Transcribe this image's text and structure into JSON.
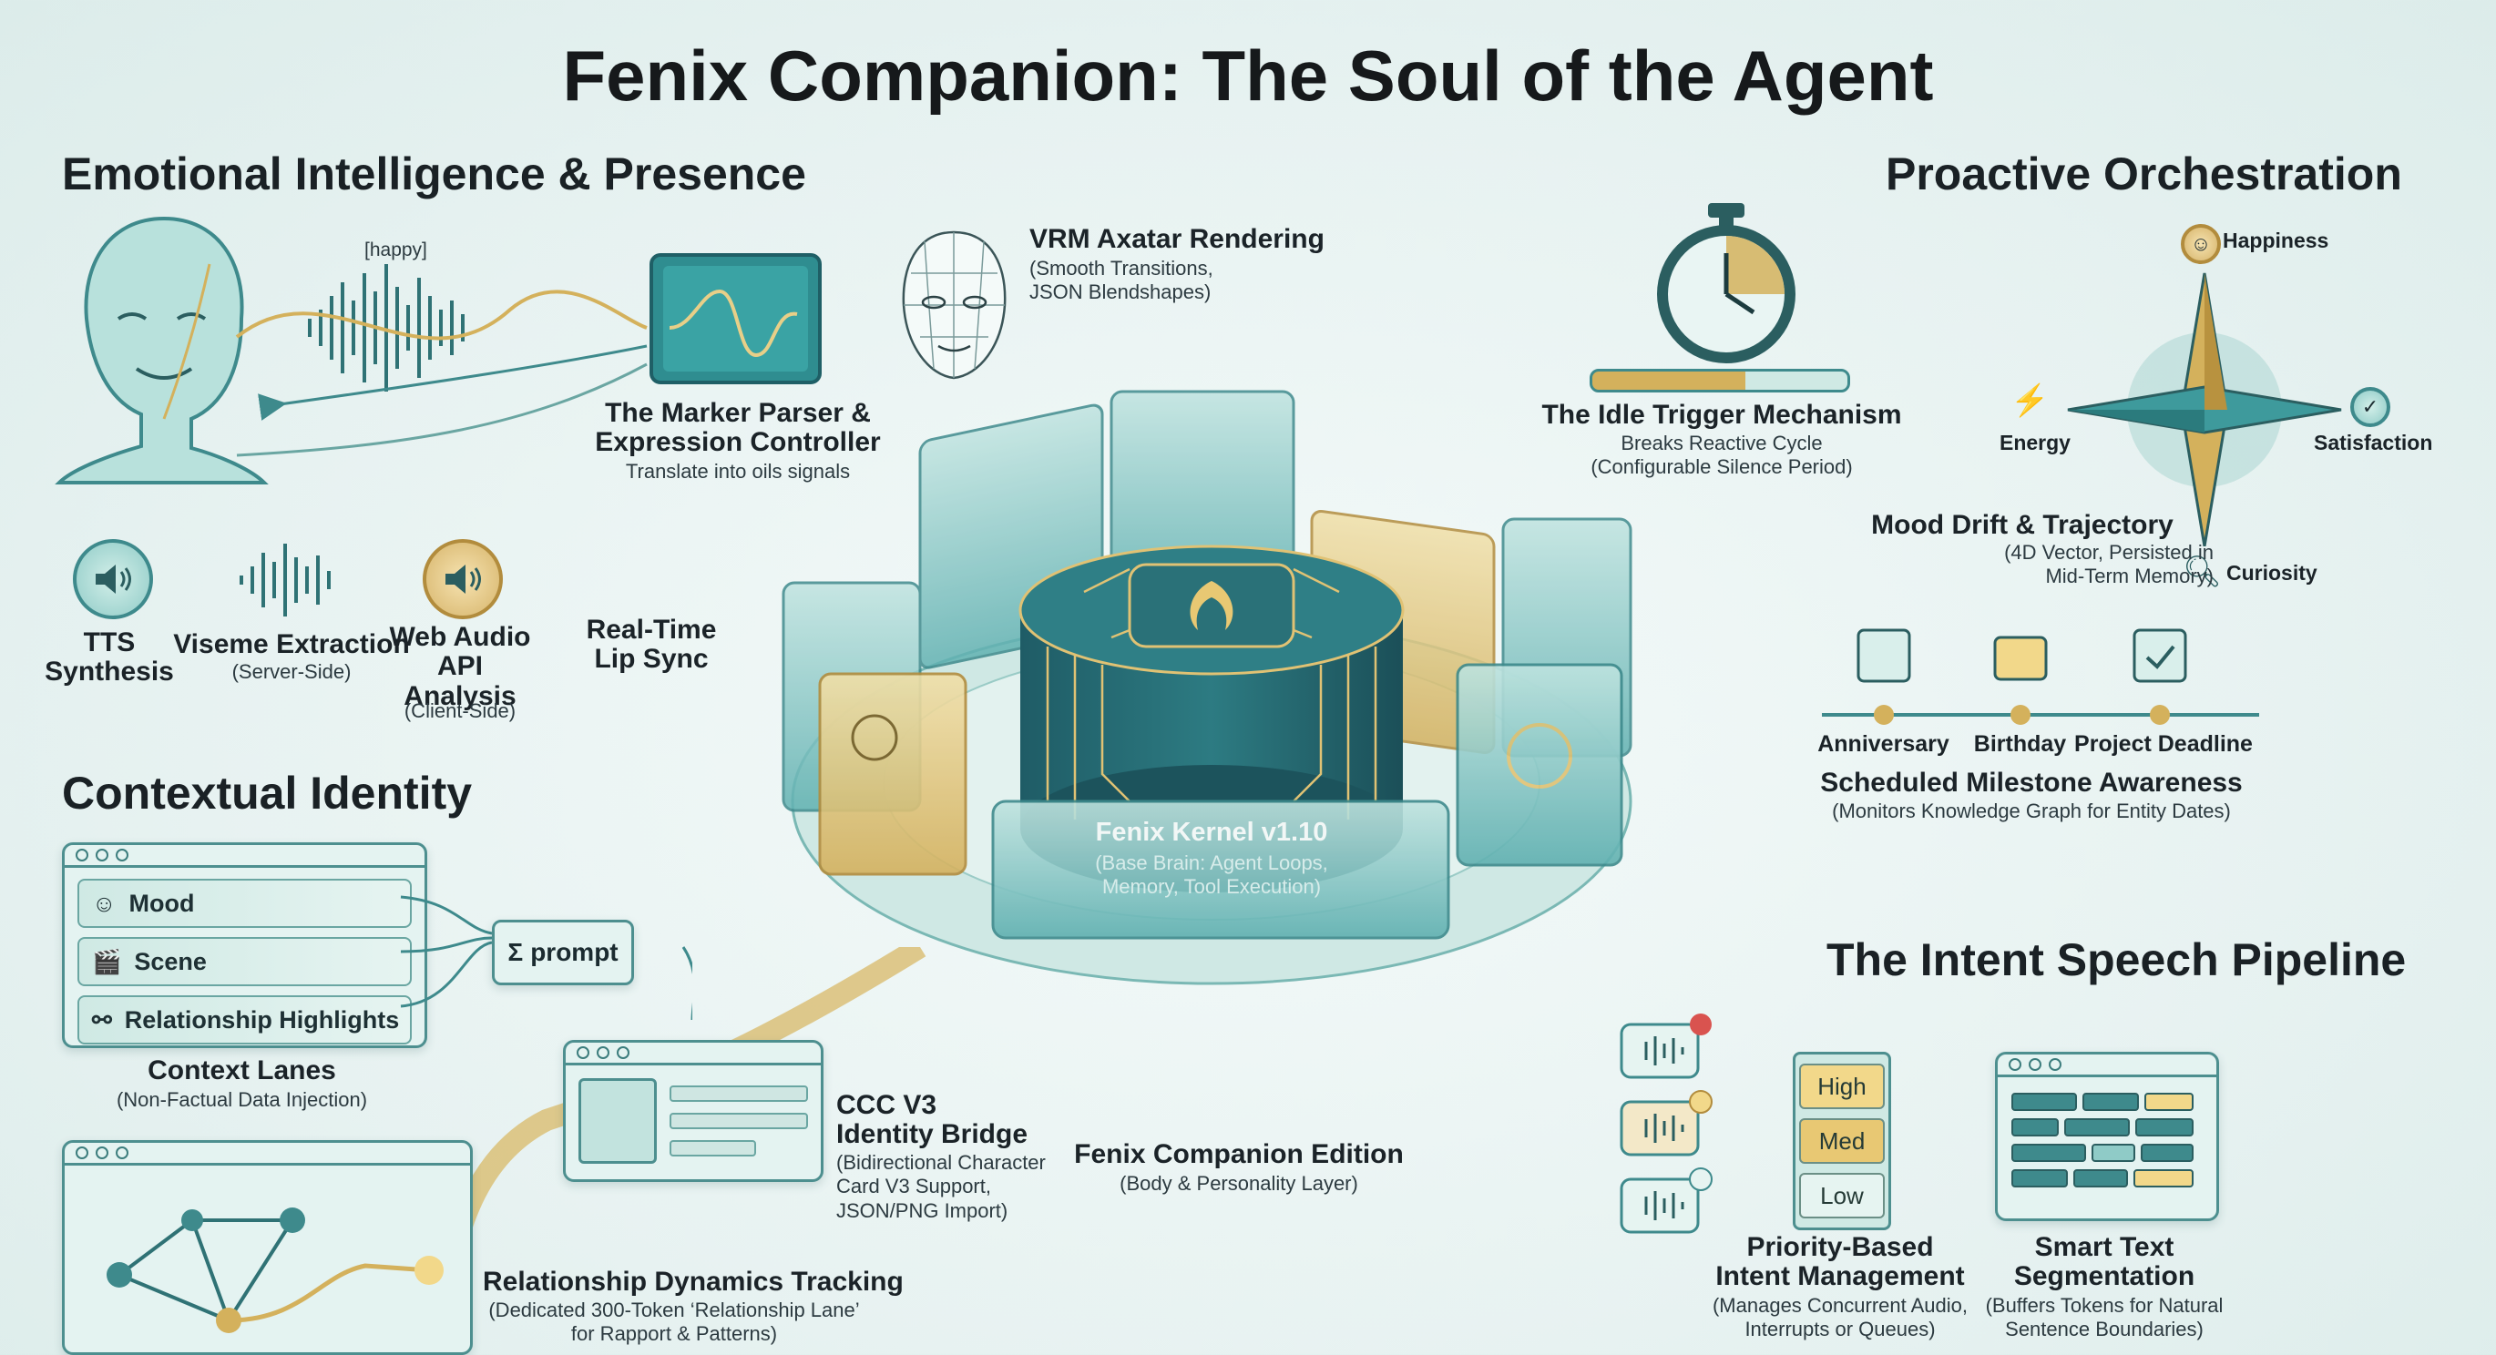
{
  "title": "Fenix Companion: The Soul of the Agent",
  "sections": {
    "emotional": "Emotional Intelligence & Presence",
    "contextual": "Contextual Identity",
    "proactive": "Proactive Orchestration",
    "intent": "The Intent Speech Pipeline"
  },
  "emotional": {
    "happy_tag": "[happy]",
    "marker_title": "The Marker Parser &\nExpression Controller",
    "marker_sub": "Translate into oils signals",
    "tts": "TTS\nSynthesis",
    "viseme": "Viseme Extraction",
    "viseme_sub": "(Server-Side)",
    "webaudio": "Web Audio\nAPI\nAnalysis",
    "webaudio_sub": "(Client-Side)",
    "lipsync": "Real-Time\nLip Sync",
    "vrm_title": "VRM Axatar Rendering",
    "vrm_sub": "(Smooth Transitions,\nJSON Blendshapes)"
  },
  "contextual": {
    "lanes": [
      {
        "icon": "mood-face-icon",
        "label": "Mood"
      },
      {
        "icon": "clapperboard-icon",
        "label": "Scene"
      },
      {
        "icon": "network-nodes-icon",
        "label": "Relationship Highlights"
      }
    ],
    "prompt": "prompt",
    "lanes_title": "Context Lanes",
    "lanes_sub": "(Non-Factual Data Injection)",
    "ccc_title": "CCC V3\nIdentity Bridge",
    "ccc_sub": "(Bidirectional Character\nCard V3 Support,\nJSON/PNG Import)",
    "rel_title": "Relationship Dynamics Tracking",
    "rel_sub": "(Dedicated 300-Token ‘Relationship Lane’\nfor Rapport & Patterns)"
  },
  "center": {
    "kernel_title": "Fenix Kernel v1.10",
    "kernel_sub": "(Base Brain: Agent Loops,\nMemory, Tool Execution)",
    "edition_title": "Fenix Companion Edition",
    "edition_sub": "(Body & Personality Layer)"
  },
  "proactive": {
    "idle_title": "The Idle Trigger Mechanism",
    "idle_sub": "Breaks Reactive Cycle\n(Configurable Silence Period)",
    "mood_axes": {
      "top": "Happiness",
      "left": "Energy",
      "right": "Satisfaction",
      "bottom": "Curiosity"
    },
    "mood_title": "Mood Drift & Trajectory",
    "mood_sub": "(4D Vector, Persisted in\nMid-Term Memory)",
    "milestones": [
      "Anniversary",
      "Birthday",
      "Project Deadline"
    ],
    "milestone_title": "Scheduled Milestone Awareness",
    "milestone_sub": "(Monitors Knowledge Graph for Entity Dates)"
  },
  "intent": {
    "priorities": [
      "High",
      "Med",
      "Low"
    ],
    "priority_title": "Priority-Based\nIntent Management",
    "priority_sub": "(Manages Concurrent Audio,\nInterrupts or Queues)",
    "smart_title": "Smart Text\nSegmentation",
    "smart_sub": "(Buffers Tokens for Natural\nSentence Boundaries)"
  },
  "colors": {
    "teal": "#3e8a8c",
    "gold": "#d4b15c",
    "dark_teal": "#1f5f66"
  }
}
